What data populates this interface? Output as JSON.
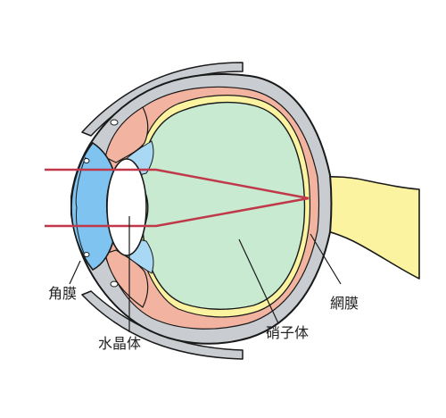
{
  "labels": {
    "cornea": "角膜",
    "lens": "水晶体",
    "vitreous": "硝子体",
    "retina": "網膜"
  },
  "colors": {
    "background": "#ffffff",
    "outline": "#1a1a1a",
    "sclera": "#c9cdd1",
    "choroid": "#f2b4a0",
    "retina_layer": "#fbf3a0",
    "vitreous_fill": "#c7ead0",
    "cornea_fill": "#7fc3f0",
    "lens_fill": "#ffffff",
    "optic_nerve": "#fbf3a0",
    "light_ray": "#c0394b"
  }
}
